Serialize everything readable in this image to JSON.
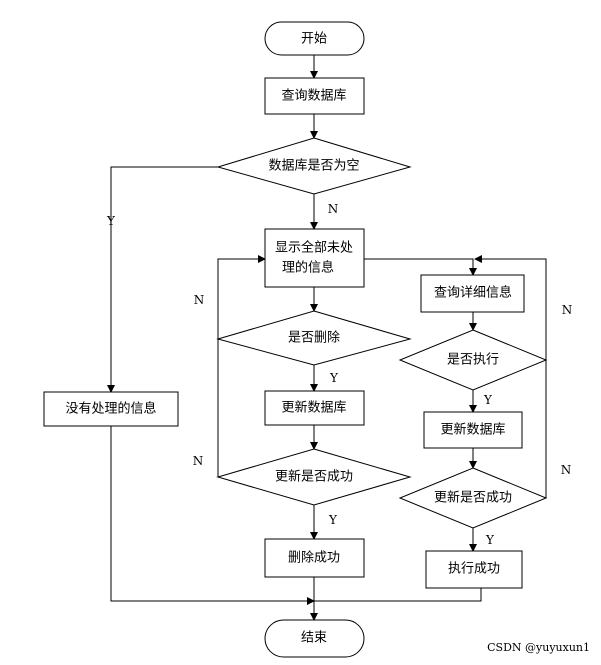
{
  "nodes": {
    "start": "开始",
    "query_db": "查询数据库",
    "db_empty": "数据库是否为空",
    "show_all_line1": "显示全部未处",
    "show_all_line2": "理的信息",
    "no_info": "没有处理的信息",
    "delete_q": "是否删除",
    "update_db_left": "更新数据库",
    "update_ok_left": "更新是否成功",
    "delete_ok": "删除成功",
    "query_detail": "查询详细信息",
    "exec_q": "是否执行",
    "update_db_right": "更新数据库",
    "update_ok_right": "更新是否成功",
    "exec_ok": "执行成功",
    "end": "结束"
  },
  "edge_labels": {
    "empty_yes": "Y",
    "empty_no": "N",
    "delete_no": "N",
    "delete_yes": "Y",
    "update_left_no": "N",
    "update_left_yes": "Y",
    "exec_no": "N",
    "exec_yes": "Y",
    "update_right_no": "N",
    "update_right_yes": "Y"
  },
  "watermark": "CSDN @yuyuxun1"
}
